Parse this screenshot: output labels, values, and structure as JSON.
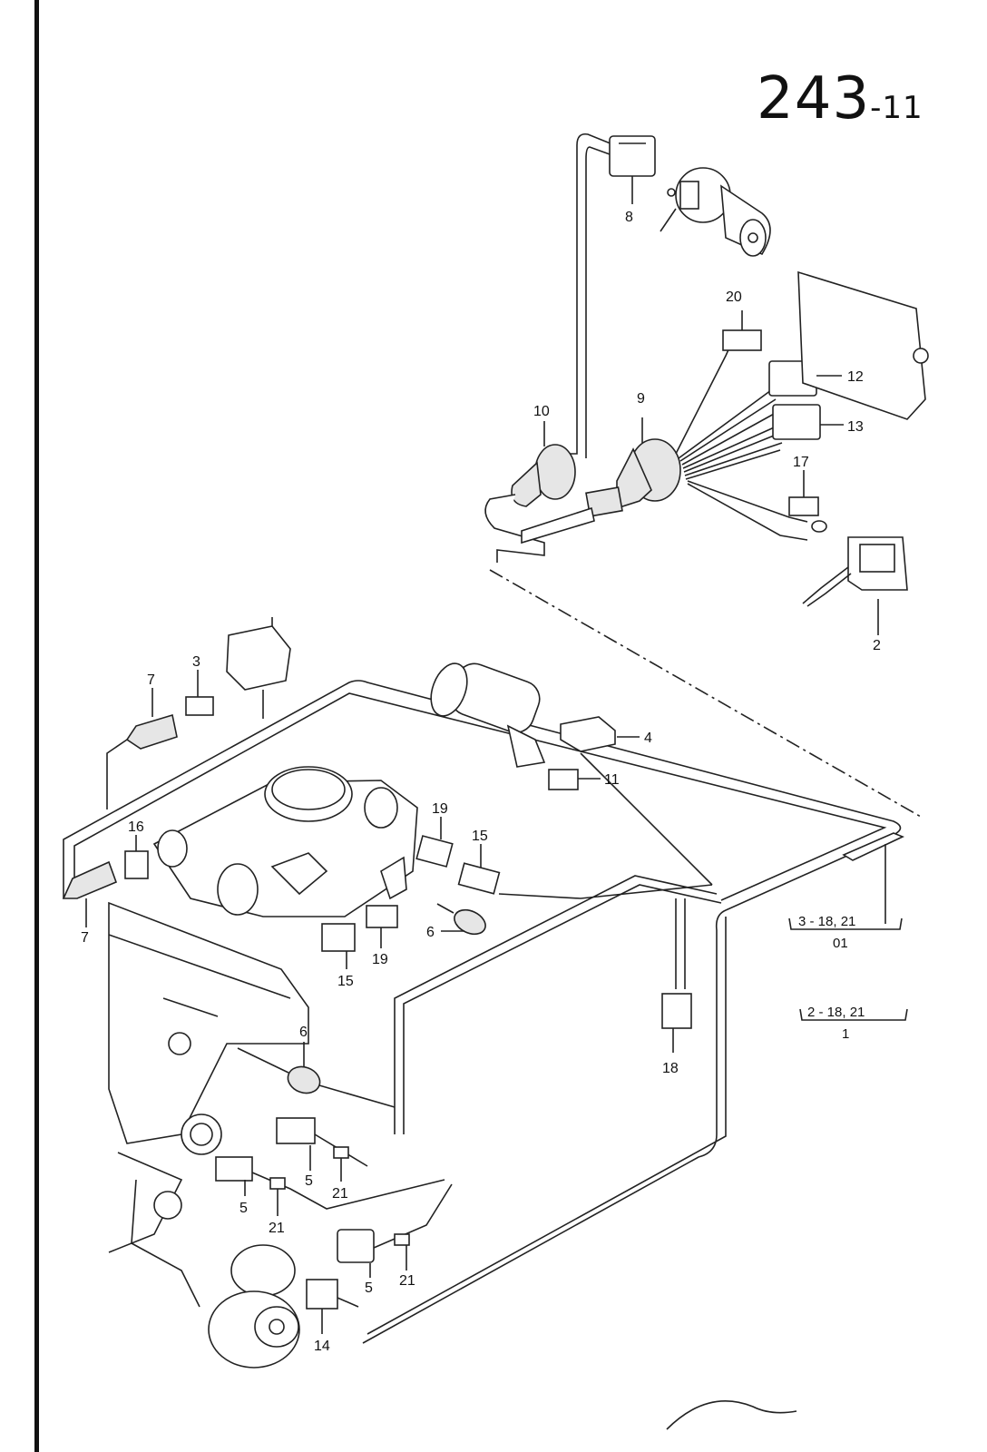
{
  "page_ref": {
    "main": "243",
    "suffix": "-11"
  },
  "callouts": {
    "c2": "2",
    "c3": "3",
    "c4": "4",
    "c5a": "5",
    "c5b": "5",
    "c5c": "5",
    "c6a": "6",
    "c6b": "6",
    "c7a": "7",
    "c7b": "7",
    "c8": "8",
    "c9": "9",
    "c10": "10",
    "c11": "11",
    "c12": "12",
    "c13": "13",
    "c14": "14",
    "c15a": "15",
    "c15b": "15",
    "c16": "16",
    "c17": "17",
    "c18": "18",
    "c19a": "19",
    "c19b": "19",
    "c20": "20",
    "c21a": "21",
    "c21b": "21",
    "c21c": "21"
  },
  "groups": [
    {
      "range": "3 - 18, 21",
      "code": "01"
    },
    {
      "range": "2 - 18, 21",
      "code": "1"
    }
  ]
}
